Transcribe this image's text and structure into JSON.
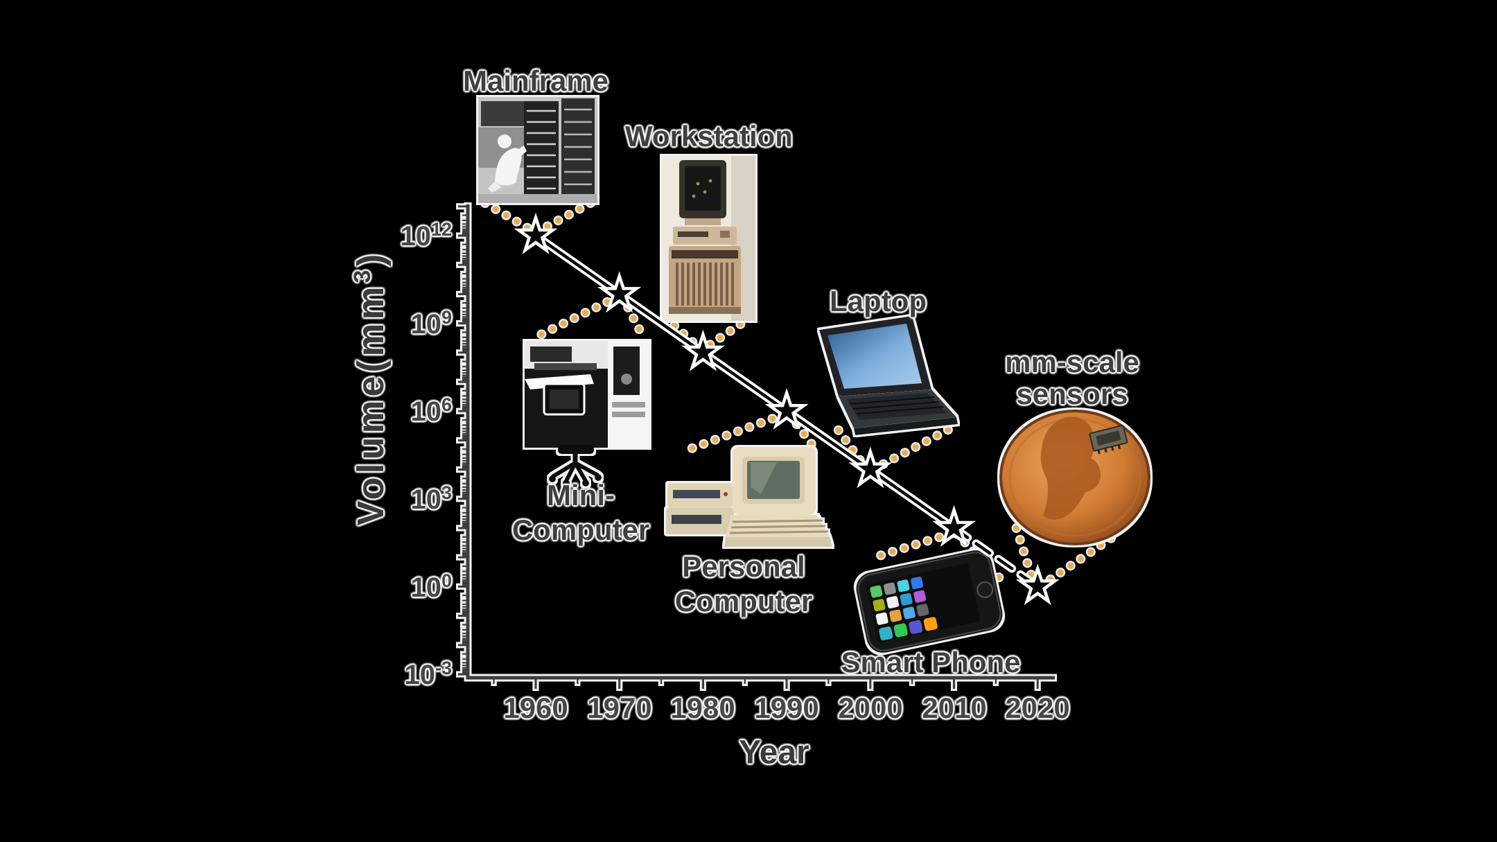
{
  "chart_data": {
    "type": "scatter",
    "title": "",
    "xlabel": "Year",
    "ylabel_prefix": "Volume(mm",
    "ylabel_exponent": "3",
    "ylabel_suffix": ")",
    "xlim": [
      1952,
      2022
    ],
    "y_scale": "log",
    "ylim_exponents": [
      -3,
      12
    ],
    "grid": false,
    "legend": null,
    "x_ticks": [
      "1960",
      "1970",
      "1980",
      "1990",
      "2000",
      "2010",
      "2020"
    ],
    "y_ticks": [
      {
        "base": "10",
        "exp": "12"
      },
      {
        "base": "10",
        "exp": "9"
      },
      {
        "base": "10",
        "exp": "6"
      },
      {
        "base": "10",
        "exp": "3"
      },
      {
        "base": "10",
        "exp": "0"
      },
      {
        "base": "10",
        "exp": "-3"
      }
    ],
    "series": [
      {
        "name": "computer-volume-trend",
        "marker": "star",
        "dashed_from_index": 5,
        "points": [
          {
            "year": 1960,
            "volume_exp": 12,
            "device": "Mainframe"
          },
          {
            "year": 1970,
            "volume_exp": 10,
            "device": "Mini-Computer"
          },
          {
            "year": 1980,
            "volume_exp": 8,
            "device": "Workstation"
          },
          {
            "year": 1990,
            "volume_exp": 6,
            "device": "Personal Computer"
          },
          {
            "year": 2000,
            "volume_exp": 4,
            "device": "Laptop"
          },
          {
            "year": 2010,
            "volume_exp": 2,
            "device": "Smart Phone"
          },
          {
            "year": 2020,
            "volume_exp": 0,
            "device": "mm-scale sensors"
          }
        ]
      }
    ]
  },
  "annotations": {
    "mainframe": {
      "line1": "Mainframe"
    },
    "workstation": {
      "line1": "Workstation"
    },
    "mini": {
      "line1": "Mini-",
      "line2": "Computer"
    },
    "laptop": {
      "line1": "Laptop"
    },
    "pc": {
      "line1": "Personal",
      "line2": "Computer"
    },
    "smartphone": {
      "line1": "Smart Phone"
    },
    "sensors": {
      "line1": "mm-scale",
      "line2": "sensors"
    }
  },
  "colors": {
    "background": "#000000",
    "leader_dots": "#e8aa52",
    "trend_line": "#0a0a0a",
    "halo": "#ffffff",
    "label_text": "#3f3f3f",
    "penny_copper": "#c06a2c"
  }
}
